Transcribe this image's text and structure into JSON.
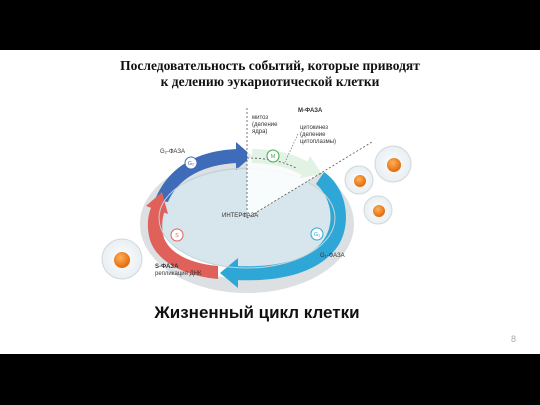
{
  "slide": {
    "title_line1": "Последовательность событий, которые приводят",
    "title_line2": "к делению эукариотической клетки",
    "caption": "Жизненный цикл клетки",
    "page_number": "8"
  },
  "diagram": {
    "center_label": "ИНТЕРФАЗА",
    "m_phase": {
      "title": "М-ФАЗА",
      "mitosis": [
        "митоз",
        "(деление",
        "ядра)"
      ],
      "cytokinesis": [
        "цитокинез",
        "(деление",
        "цитоплазмы)"
      ],
      "badge": "M"
    },
    "g2_phase": {
      "label": "G₂-ФАЗА",
      "badge": "G₂"
    },
    "s_phase": {
      "label_line1": "S-ФАЗА",
      "label_line2": "репликация ДНК",
      "badge": "S"
    },
    "g1_phase": {
      "label": "G₁-ФАЗА",
      "badge": "G₁"
    },
    "colors": {
      "g2": "#3f6cb8",
      "m": "#3daa4a",
      "g1": "#2ea7d6",
      "s": "#e0615a",
      "center": "#d6e6ec",
      "cell": "#f07d22"
    }
  }
}
